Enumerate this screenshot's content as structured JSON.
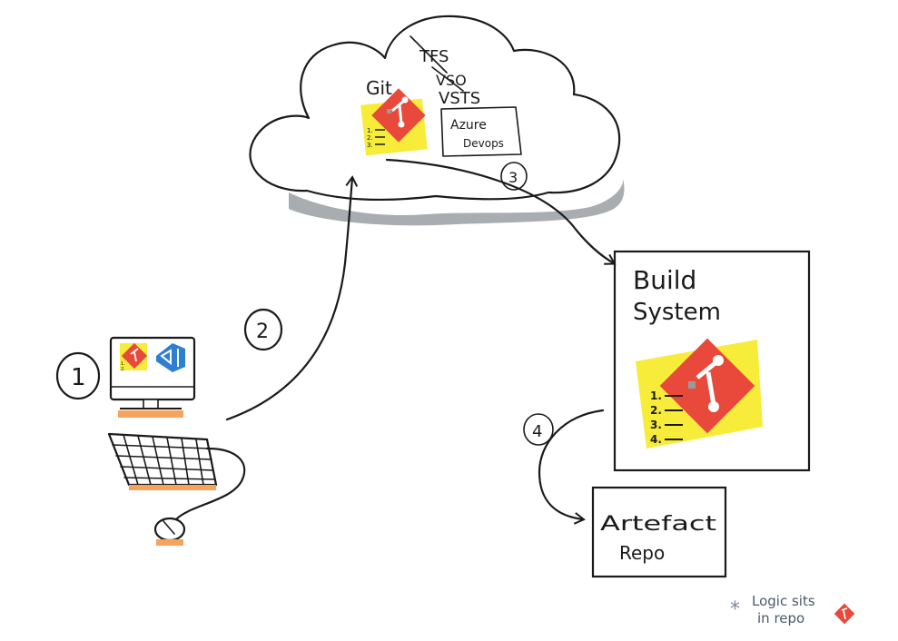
{
  "cloud": {
    "git_label": "Git",
    "struck_labels": [
      "TFS",
      "VSO"
    ],
    "vsts_label": "VSTS",
    "azure_devops": {
      "line1": "Azure",
      "line2": "Devops"
    }
  },
  "build_system": {
    "line1": "Build",
    "line2": "System"
  },
  "artefact_repo": {
    "line1": "Artefact",
    "line2": "Repo"
  },
  "steps": [
    "1",
    "2",
    "3",
    "4"
  ],
  "note": {
    "bullet": "*",
    "line1": "Logic sits",
    "line2": "in repo"
  },
  "colors": {
    "git_red": "#e8493a",
    "sticky_yellow": "#f7ec3a",
    "accent_orange": "#f6a35c",
    "vs_blue": "#2d7fd3",
    "cloud_shadow": "#a9adb2",
    "ink": "#1a1a1a"
  },
  "icons": [
    "cloud-icon",
    "git-logo-icon",
    "checklist-icon",
    "visual-studio-icon",
    "monitor-icon",
    "keyboard-icon",
    "mouse-icon"
  ]
}
